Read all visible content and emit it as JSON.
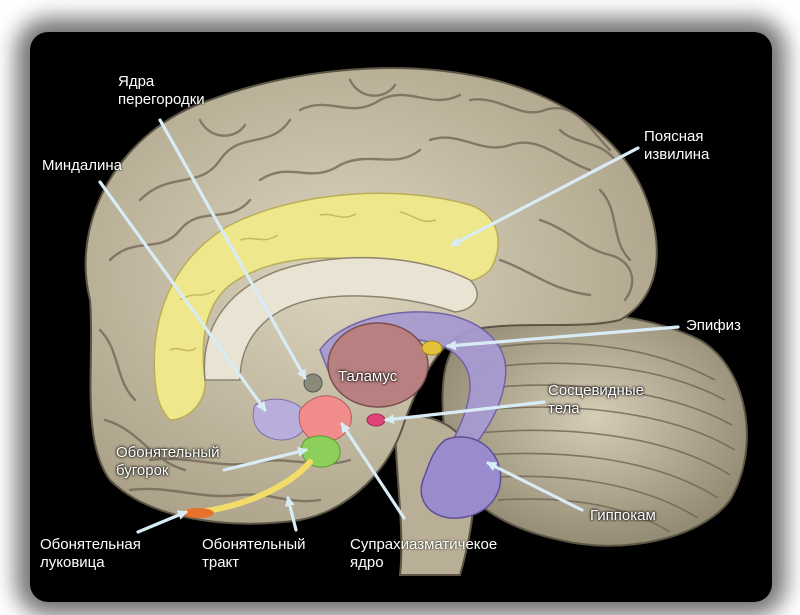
{
  "title": "",
  "colors": {
    "cortex": "#cfc6ae",
    "sulcus": "#6e6452",
    "cingulate": "#efe78c",
    "fornix": "#a79ad1",
    "thalamus": "#b88080",
    "pineal": "#e1c23a",
    "mammillary": "#e0447a",
    "amygdala": "#b9aedb",
    "septal": "#8a8a7a",
    "suprachiasmatic": "#f08c8c",
    "olfactory_tubercle": "#8ccf5a",
    "olfactory_tract": "#f2dc6a",
    "olfactory_bulb": "#e8712a",
    "hippocampus": "#9a8bcc",
    "cerebellum": "#c9bfa8",
    "arrow": "#d8ecf5"
  },
  "labels": {
    "septal_nuclei": [
      "Ядра",
      "перегородки"
    ],
    "amygdala": [
      "Миндалина"
    ],
    "cingulate_gyrus": [
      "Поясная",
      "извилина"
    ],
    "pineal": [
      "Эпифиз"
    ],
    "thalamus": [
      "Таламус"
    ],
    "mammillary": [
      "Сосцевидные",
      "тела"
    ],
    "olfactory_tubercle": [
      "Обонятельный",
      "бугорок"
    ],
    "hippocampus": [
      "Гиппокам"
    ],
    "olfactory_bulb": [
      "Обонятельная",
      "луковица"
    ],
    "olfactory_tract": [
      "Обонятельный",
      "тракт"
    ],
    "suprachiasmatic": [
      "Супрахиазматичекое",
      "ядро"
    ]
  },
  "icons": {
    "arrow": "arrow-icon"
  }
}
